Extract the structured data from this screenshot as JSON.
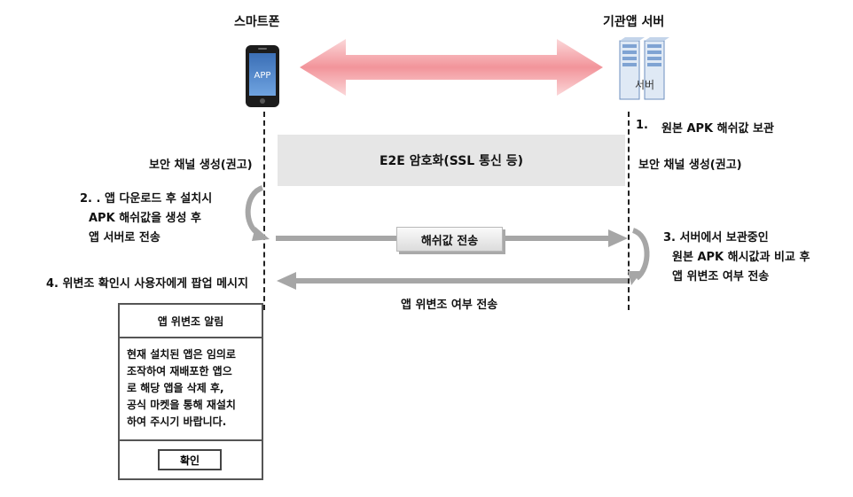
{
  "header": {
    "phone_title": "스마트폰",
    "server_title": "기관앱 서버"
  },
  "phone": {
    "screen_label": "APP"
  },
  "server": {
    "label": "서버"
  },
  "band": {
    "label": "E2E 암호화(SSL 통신 등)"
  },
  "left_channel": "보안 채널 생성(권고)",
  "right_channel": "보안 채널 생성(권고)",
  "step1": {
    "num": "1.",
    "text": "원본 APK 해쉬값 보관"
  },
  "step2": {
    "line1": "2. . 앱 다운로드 후 설치시",
    "line2": "APK 해쉬값을 생성 후",
    "line3": "앱 서버로 전송"
  },
  "step3": {
    "line1": "3. 서버에서 보관중인",
    "line2": "원본 APK 해시값과 비교 후",
    "line3": "앱 위변조 여부 전송"
  },
  "step4": "4. 위변조 확인시 사용자에게 팝업 메시지",
  "hash_box": "해쉬값 전송",
  "return_label": "앱 위변조 여부 전송",
  "popup": {
    "title": "앱 위변조 알림",
    "body": [
      "현재 설치된 앱은 임의로",
      "조작하여 재배포한 앱으",
      "로 해당 앱을 삭제 후,",
      "공식 마켓을 통해 재설치",
      "하여 주시기 바랍니다."
    ],
    "ok_label": "확인"
  },
  "colors": {
    "double_arrow": "#f29a9f",
    "flow_arrow": "#a6a6a6",
    "band": "#e6e6e6"
  }
}
